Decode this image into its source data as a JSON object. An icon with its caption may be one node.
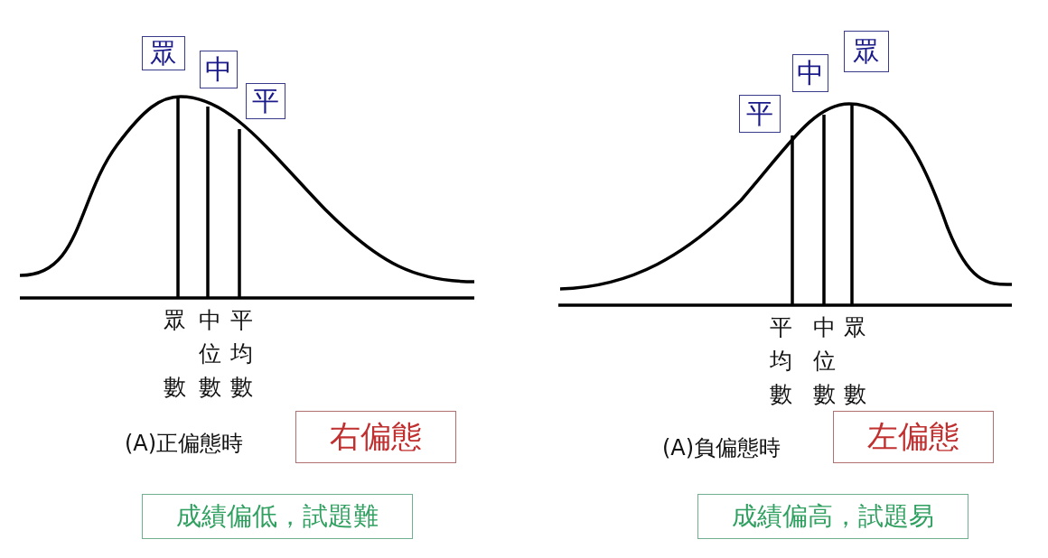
{
  "diagram": {
    "nodes": [
      {
        "text": [
          "眾"
        ]
      },
      {
        "text": [
          "中"
        ]
      },
      {
        "text": [
          "平"
        ]
      },
      {
        "text": [
          "平"
        ]
      },
      {
        "text": [
          "中"
        ]
      },
      {
        "text": [
          "眾"
        ]
      },
      {
        "text": [
          "右偏態"
        ]
      },
      {
        "text": [
          "左偏態"
        ]
      },
      {
        "text": [
          "成績偏低，試題難"
        ]
      },
      {
        "text": [
          "成績偏高，試題易"
        ]
      }
    ],
    "labels": [
      "眾數",
      "中位數",
      "平均數",
      "(A)正偏態時",
      "平均數",
      "中位數",
      "眾數",
      "(A)負偏態時"
    ]
  }
}
